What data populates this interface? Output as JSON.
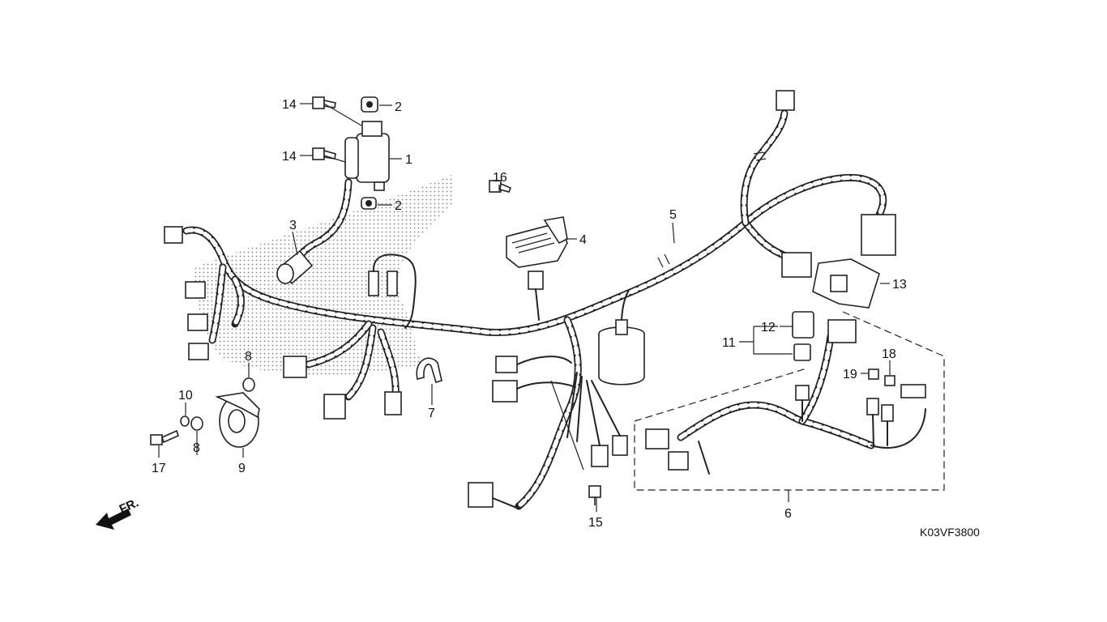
{
  "diagram": {
    "code": "K03VF3800",
    "direction_label": "FR.",
    "callouts": {
      "c1": "1",
      "c2a": "2",
      "c2b": "2",
      "c3": "3",
      "c4": "4",
      "c5": "5",
      "c6": "6",
      "c7": "7",
      "c8a": "8",
      "c8b": "8",
      "c9": "9",
      "c10": "10",
      "c11": "11",
      "c12": "12",
      "c13": "13",
      "c14a": "14",
      "c14b": "14",
      "c15": "15",
      "c16": "16",
      "c17": "17",
      "c18": "18",
      "c19": "19"
    }
  }
}
